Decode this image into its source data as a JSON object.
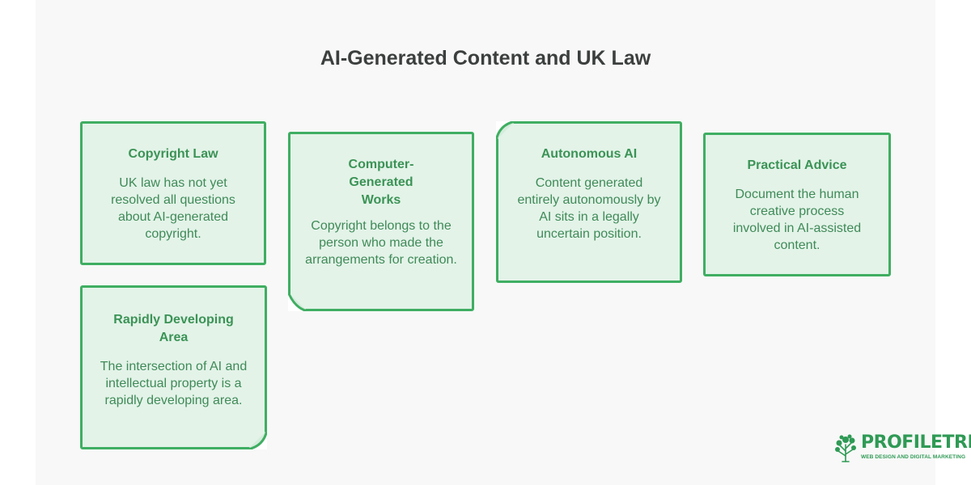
{
  "title": "AI-Generated Content and UK Law",
  "colors": {
    "card_fill": "#e3f3e8",
    "card_border": "#3fae62",
    "card_text": "#3f8a58",
    "title_text": "#3b3f3d"
  },
  "cards": {
    "copyright_law": {
      "title": "Copyright Law",
      "body": "UK law has not yet resolved all questions about AI-generated copyright."
    },
    "computer_generated_works": {
      "title": "Computer-Generated Works",
      "body": "Copyright belongs to the person who made the arrangements for creation."
    },
    "autonomous_ai": {
      "title": "Autonomous AI",
      "body": "Content generated entirely autonomously by AI sits in a legally uncertain position."
    },
    "practical_advice": {
      "title": "Practical Advice",
      "body": "Document the human creative process involved in AI-assisted content."
    },
    "rapidly_developing_area": {
      "title": "Rapidly Developing Area",
      "body": "The intersection of AI and intellectual property is a rapidly developing area."
    }
  },
  "logo": {
    "name": "PROFILETREE",
    "tagline": "WEB DESIGN AND DIGITAL MARKETING",
    "icon": "tree-icon"
  }
}
